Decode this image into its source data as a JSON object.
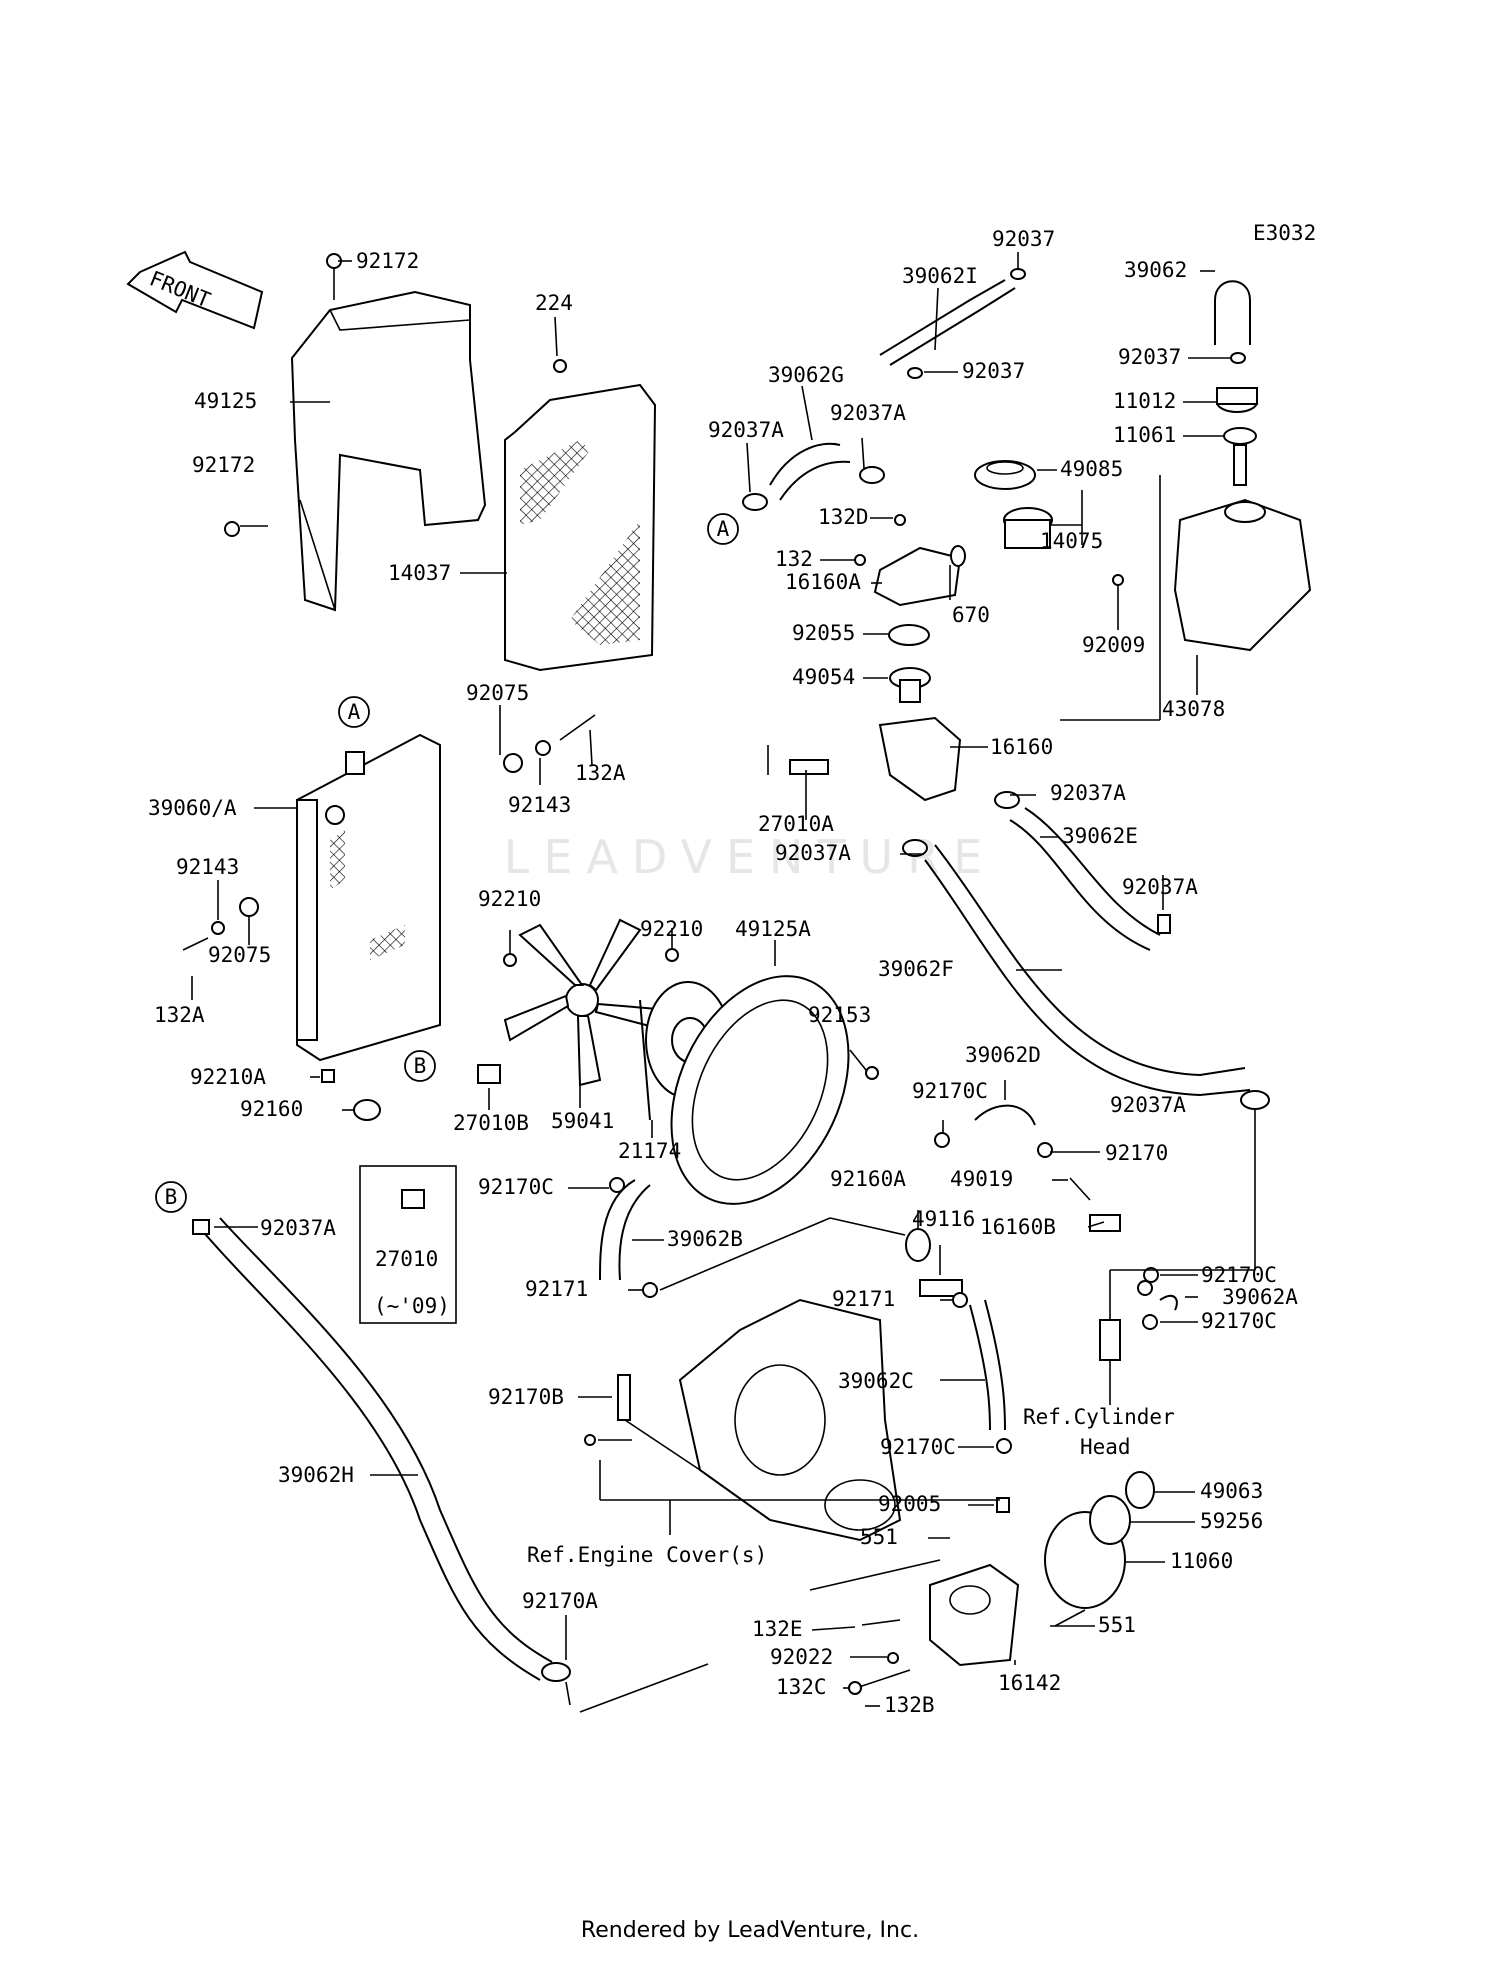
{
  "diagram_code": "E3032",
  "direction_label": "FRONT",
  "watermark": "LEADVENTURE",
  "footer": "Rendered by LeadVenture, Inc.",
  "callouts": {
    "A": "A",
    "B": "B"
  },
  "labels": {
    "p92172_top": "92172",
    "p49125": "49125",
    "p92172_mid": "92172",
    "p224": "224",
    "p14037": "14037",
    "p92037_top": "92037",
    "p39062I": "39062I",
    "p39062G": "39062G",
    "p92037_mid": "92037",
    "p92037A_1": "92037A",
    "p92037A_2": "92037A",
    "p132D": "132D",
    "p132": "132",
    "p16160A": "16160A",
    "p670": "670",
    "p92055": "92055",
    "p49054": "49054",
    "p49085": "49085",
    "p14075": "14075",
    "p39062_r": "39062",
    "p92037_r": "92037",
    "p11012": "11012",
    "p11061": "11061",
    "p92009": "92009",
    "p43078": "43078",
    "p92075_a": "92075",
    "p132A_a": "132A",
    "p92143_a": "92143",
    "p39060A": "39060/A",
    "p92143_b": "92143",
    "p92075_b": "92075",
    "p132A_b": "132A",
    "p92210_a": "92210",
    "p92210_b": "92210",
    "p49125A": "49125A",
    "p92153": "92153",
    "p16160": "16160",
    "p27010A": "27010A",
    "p92037A_3": "92037A",
    "p39062E": "39062E",
    "p92037A_4": "92037A",
    "p92037A_5": "92037A",
    "p39062F": "39062F",
    "p92210A": "92210A",
    "p92160": "92160",
    "p27010B": "27010B",
    "p59041": "59041",
    "p21174": "21174",
    "p39062D": "39062D",
    "p92170C_1": "92170C",
    "p92037A_6": "92037A",
    "p92170": "92170",
    "p49019": "49019",
    "p16160B": "16160B",
    "p92037A_7": "92037A",
    "p27010": "27010",
    "p27010_note": "(~'09)",
    "p92170C_2": "92170C",
    "p39062B": "39062B",
    "p92160A": "92160A",
    "p49116": "49116",
    "p92171_a": "92171",
    "p92171_b": "92171",
    "p92170C_3": "92170C",
    "p39062A": "39062A",
    "p92170C_4": "92170C",
    "p92170B": "92170B",
    "p39062C": "39062C",
    "p39062H": "39062H",
    "ref_cyl_1": "Ref.Cylinder",
    "ref_cyl_2": "Head",
    "p92170C_5": "92170C",
    "p92005": "92005",
    "p49063": "49063",
    "p59256": "59256",
    "p551_a": "551",
    "p11060": "11060",
    "ref_engine": "Ref.Engine Cover(s)",
    "p92170A": "92170A",
    "p551_b": "551",
    "p132E": "132E",
    "p92022": "92022",
    "p132C": "132C",
    "p132B": "132B",
    "p16142": "16142"
  }
}
